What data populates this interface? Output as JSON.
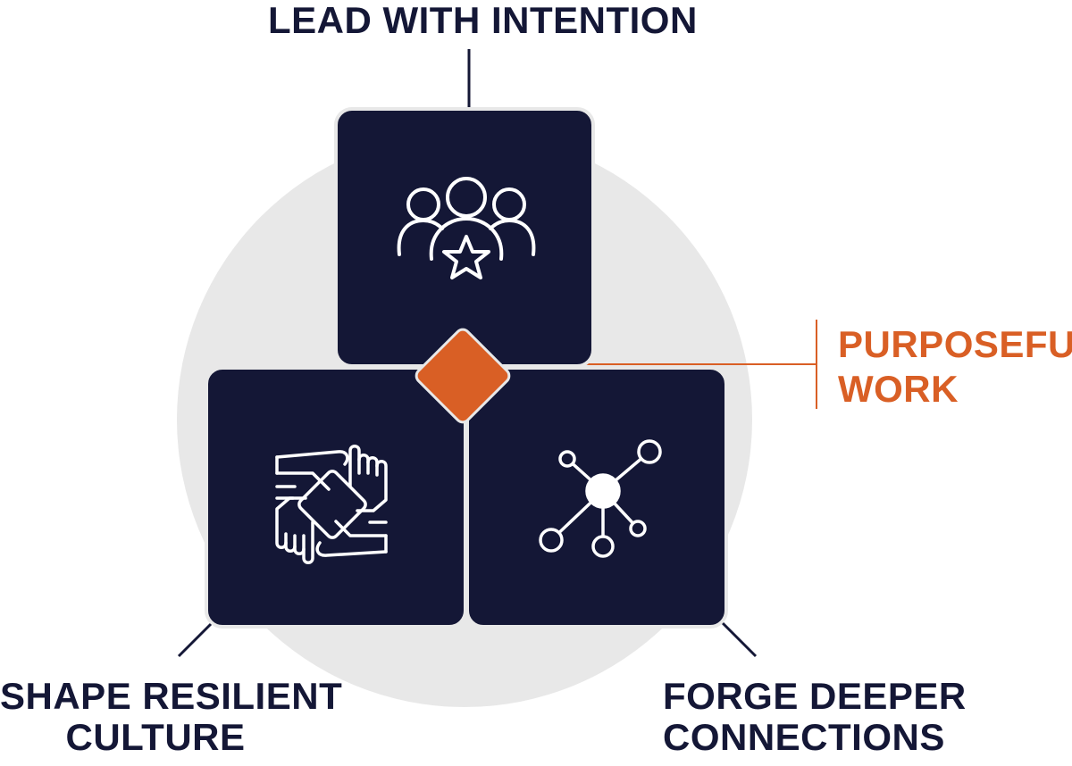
{
  "colors": {
    "navy": "#141736",
    "orange": "#d95f25",
    "circle": "#e8e8e8",
    "icon_stroke": "#ffffff"
  },
  "labels": {
    "top": "LEAD WITH INTENTION",
    "center_line1": "PURPOSEFUL",
    "center_line2": "WORK",
    "left_line1": "SHAPE RESILIENT",
    "left_line2": "CULTURE",
    "right_line1": "FORGE DEEPER",
    "right_line2": "CONNECTIONS"
  },
  "icons": {
    "top_box": "team-star-icon",
    "left_box": "hands-together-icon",
    "right_box": "network-hub-icon",
    "center": "diamond-icon"
  }
}
